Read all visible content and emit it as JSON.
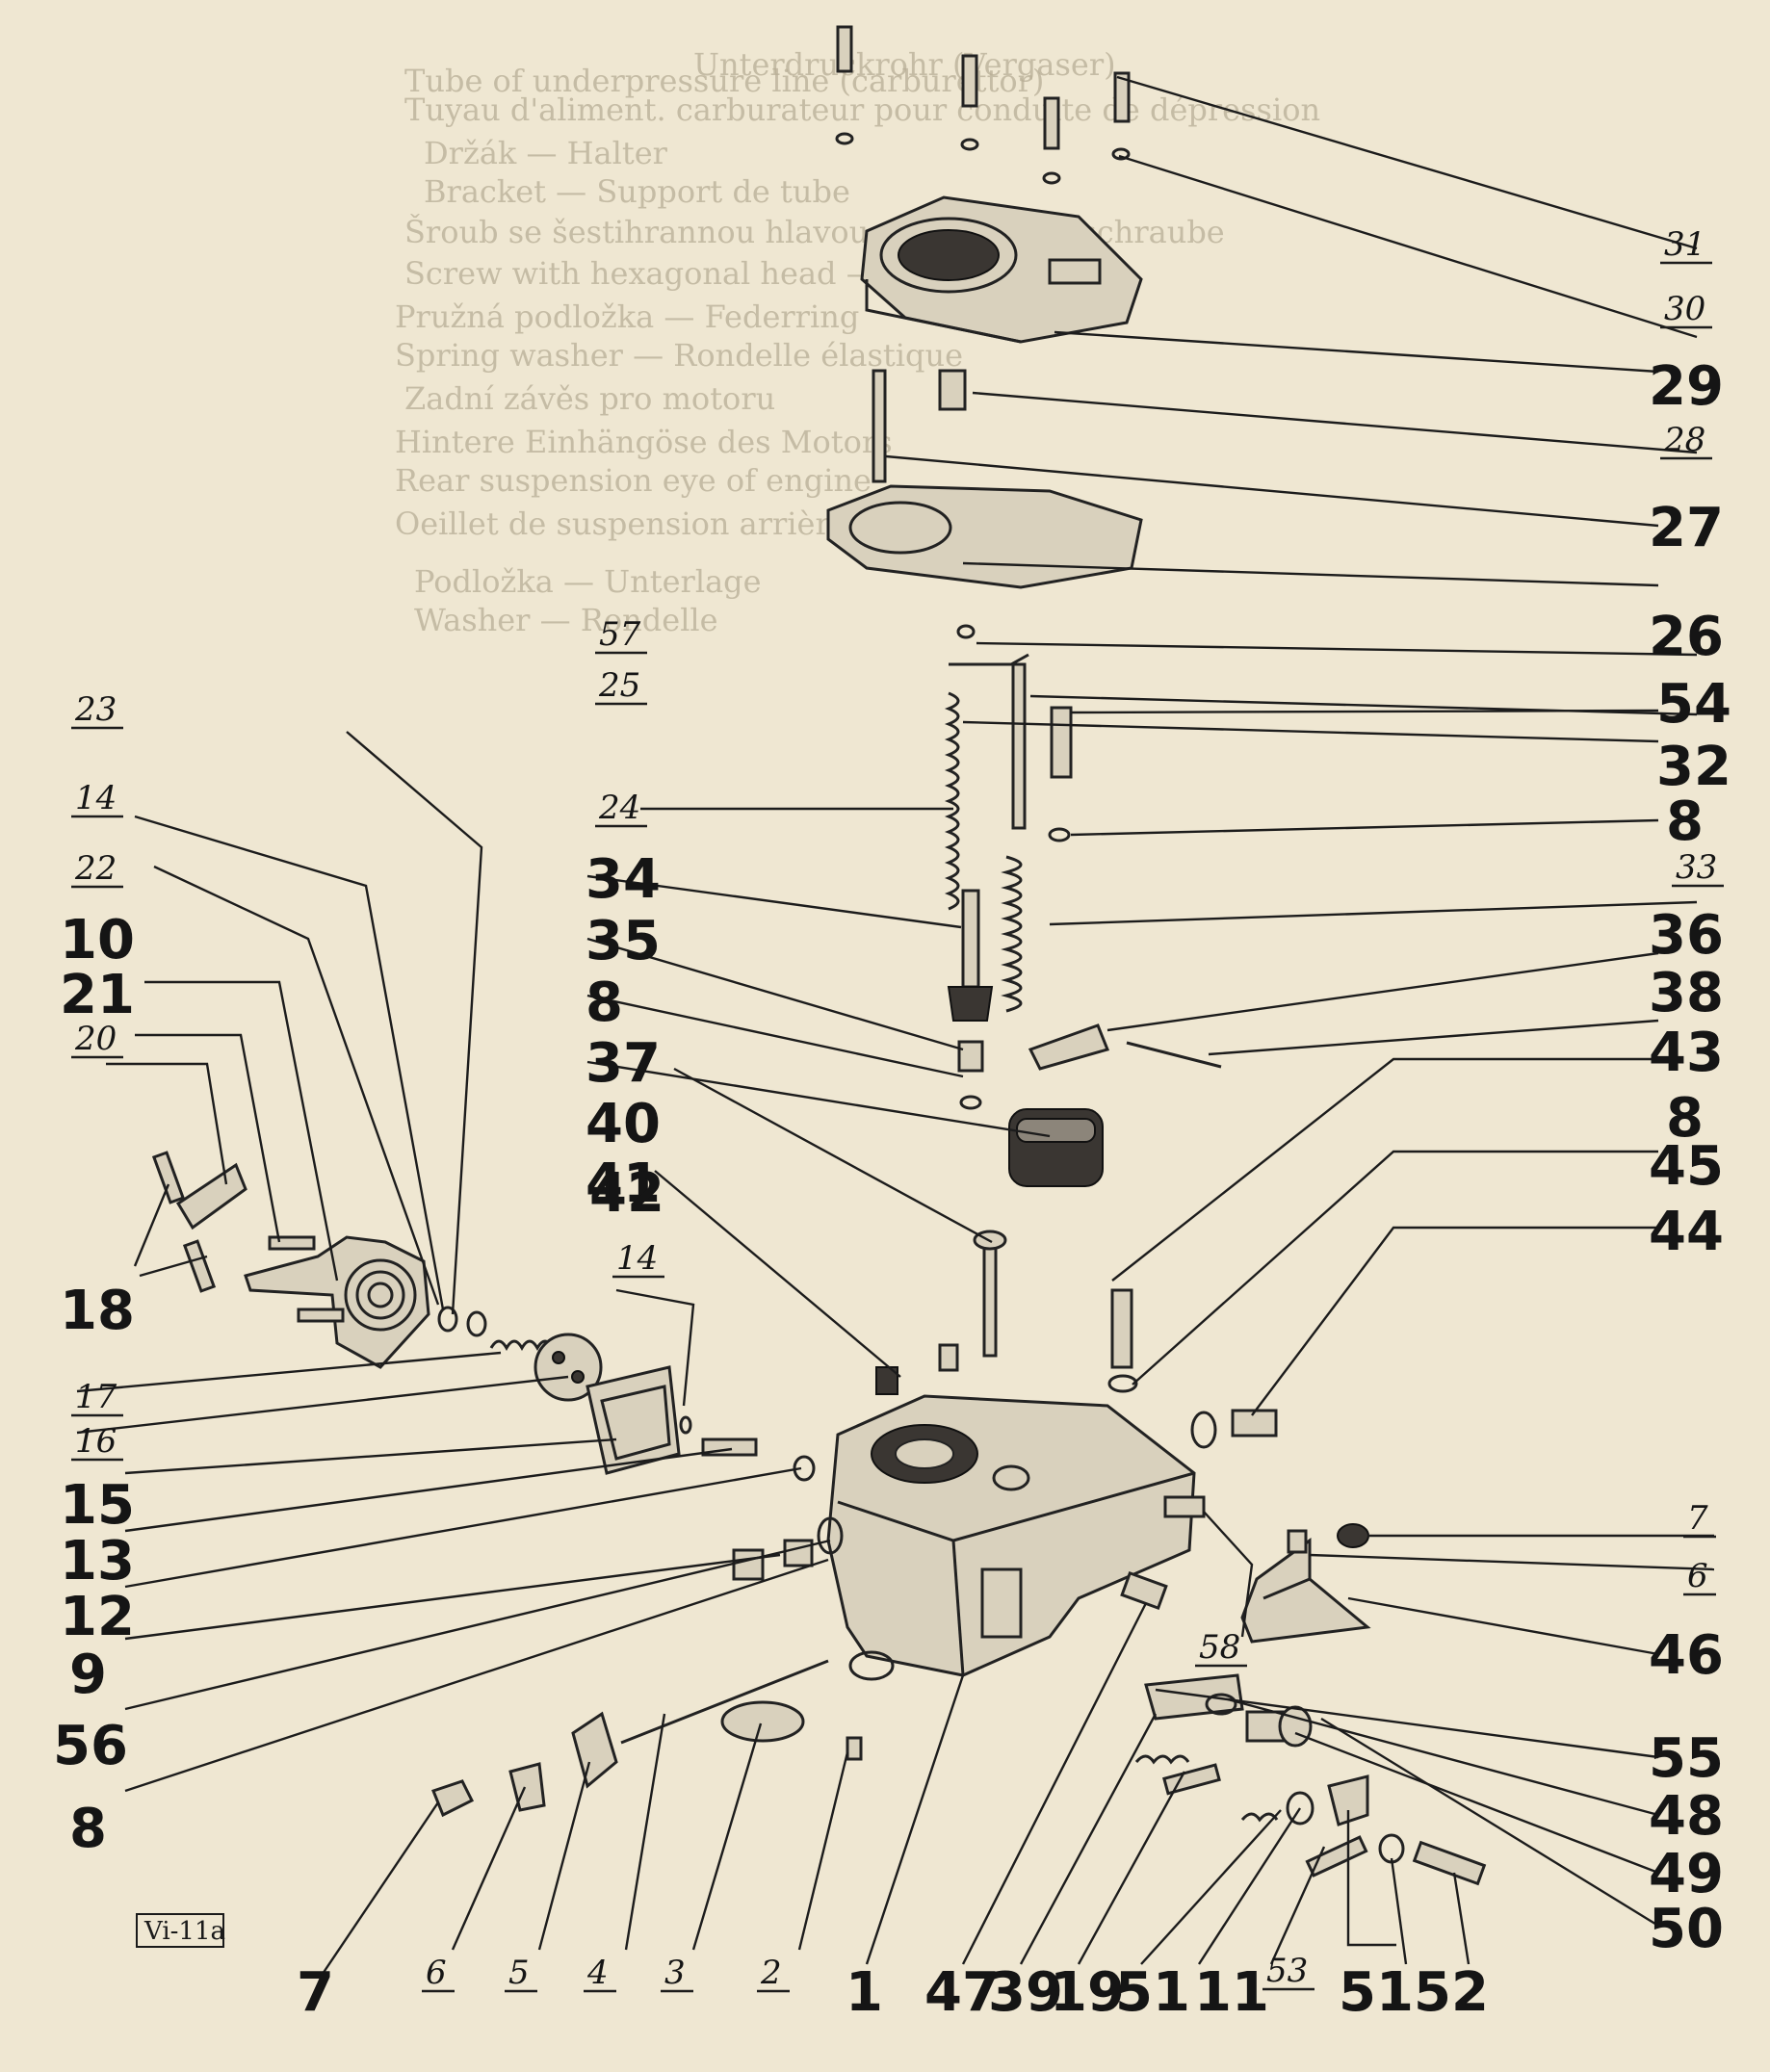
{
  "figure_ref": "Vi-11a",
  "callouts": [
    {
      "id": "31",
      "style": "small-underlined"
    },
    {
      "id": "30",
      "style": "small-underlined"
    },
    {
      "id": "29",
      "style": "bold"
    },
    {
      "id": "28",
      "style": "small-underlined"
    },
    {
      "id": "27",
      "style": "bold"
    },
    {
      "id": "26",
      "style": "bold"
    },
    {
      "id": "57",
      "style": "small-underlined"
    },
    {
      "id": "25",
      "style": "small-underlined"
    },
    {
      "id": "54",
      "style": "bold"
    },
    {
      "id": "32",
      "style": "bold"
    },
    {
      "id": "24",
      "style": "small-underlined"
    },
    {
      "id": "8",
      "style": "bold"
    },
    {
      "id": "34",
      "style": "bold"
    },
    {
      "id": "33",
      "style": "small-underlined"
    },
    {
      "id": "35",
      "style": "bold"
    },
    {
      "id": "36",
      "style": "bold"
    },
    {
      "id": "8",
      "style": "bold"
    },
    {
      "id": "38",
      "style": "bold"
    },
    {
      "id": "37",
      "style": "bold"
    },
    {
      "id": "40",
      "style": "bold"
    },
    {
      "id": "43",
      "style": "bold"
    },
    {
      "id": "41",
      "style": "bold"
    },
    {
      "id": "8",
      "style": "bold"
    },
    {
      "id": "45",
      "style": "bold"
    },
    {
      "id": "42",
      "style": "bold"
    },
    {
      "id": "44",
      "style": "bold"
    },
    {
      "id": "23",
      "style": "small-underlined"
    },
    {
      "id": "14",
      "style": "small-underlined"
    },
    {
      "id": "22",
      "style": "small-underlined"
    },
    {
      "id": "10",
      "style": "bold"
    },
    {
      "id": "21",
      "style": "bold"
    },
    {
      "id": "20",
      "style": "small-underlined"
    },
    {
      "id": "18",
      "style": "bold"
    },
    {
      "id": "14",
      "style": "small-underlined"
    },
    {
      "id": "17",
      "style": "small-underlined"
    },
    {
      "id": "16",
      "style": "small-underlined"
    },
    {
      "id": "15",
      "style": "bold"
    },
    {
      "id": "13",
      "style": "bold"
    },
    {
      "id": "12",
      "style": "bold"
    },
    {
      "id": "9",
      "style": "bold"
    },
    {
      "id": "56",
      "style": "bold"
    },
    {
      "id": "8",
      "style": "bold"
    },
    {
      "id": "7",
      "style": "small-underlined"
    },
    {
      "id": "6",
      "style": "small-underlined"
    },
    {
      "id": "46",
      "style": "bold"
    },
    {
      "id": "58",
      "style": "small-underlined"
    },
    {
      "id": "55",
      "style": "bold"
    },
    {
      "id": "48",
      "style": "bold"
    },
    {
      "id": "49",
      "style": "bold"
    },
    {
      "id": "50",
      "style": "bold"
    },
    {
      "id": "7",
      "style": "bold"
    },
    {
      "id": "6",
      "style": "small-underlined"
    },
    {
      "id": "5",
      "style": "small-underlined"
    },
    {
      "id": "4",
      "style": "small-underlined"
    },
    {
      "id": "3",
      "style": "small-underlined"
    },
    {
      "id": "2",
      "style": "small-underlined"
    },
    {
      "id": "1",
      "style": "bold"
    },
    {
      "id": "47",
      "style": "bold"
    },
    {
      "id": "39",
      "style": "bold"
    },
    {
      "id": "19",
      "style": "bold"
    },
    {
      "id": "51",
      "style": "bold"
    },
    {
      "id": "11",
      "style": "bold"
    },
    {
      "id": "53",
      "style": "small-underlined"
    },
    {
      "id": "51",
      "style": "bold"
    },
    {
      "id": "52",
      "style": "bold"
    }
  ],
  "bleed_through_text": [
    "Unterdruckrohr (Vergaser)",
    "Tube of underpressure line (carburettor)",
    "Tuyau d'aliment. carburateur pour conduite de dépression",
    "Držák — Halter",
    "Bracket — Support de tube",
    "Šroub se šestihrannou hlavou — Sechskantschraube",
    "Screw with hexagonal head — Vis",
    "Pružná podložka — Federring",
    "Spring washer — Rondelle élastique",
    "Zadní závěs pro motoru",
    "Hintere Einhängöse des Motors",
    "Rear suspension eye of engine",
    "Oeillet de suspension arrière de moteur",
    "Podložka — Unterlage",
    "Washer — Rondelle"
  ]
}
